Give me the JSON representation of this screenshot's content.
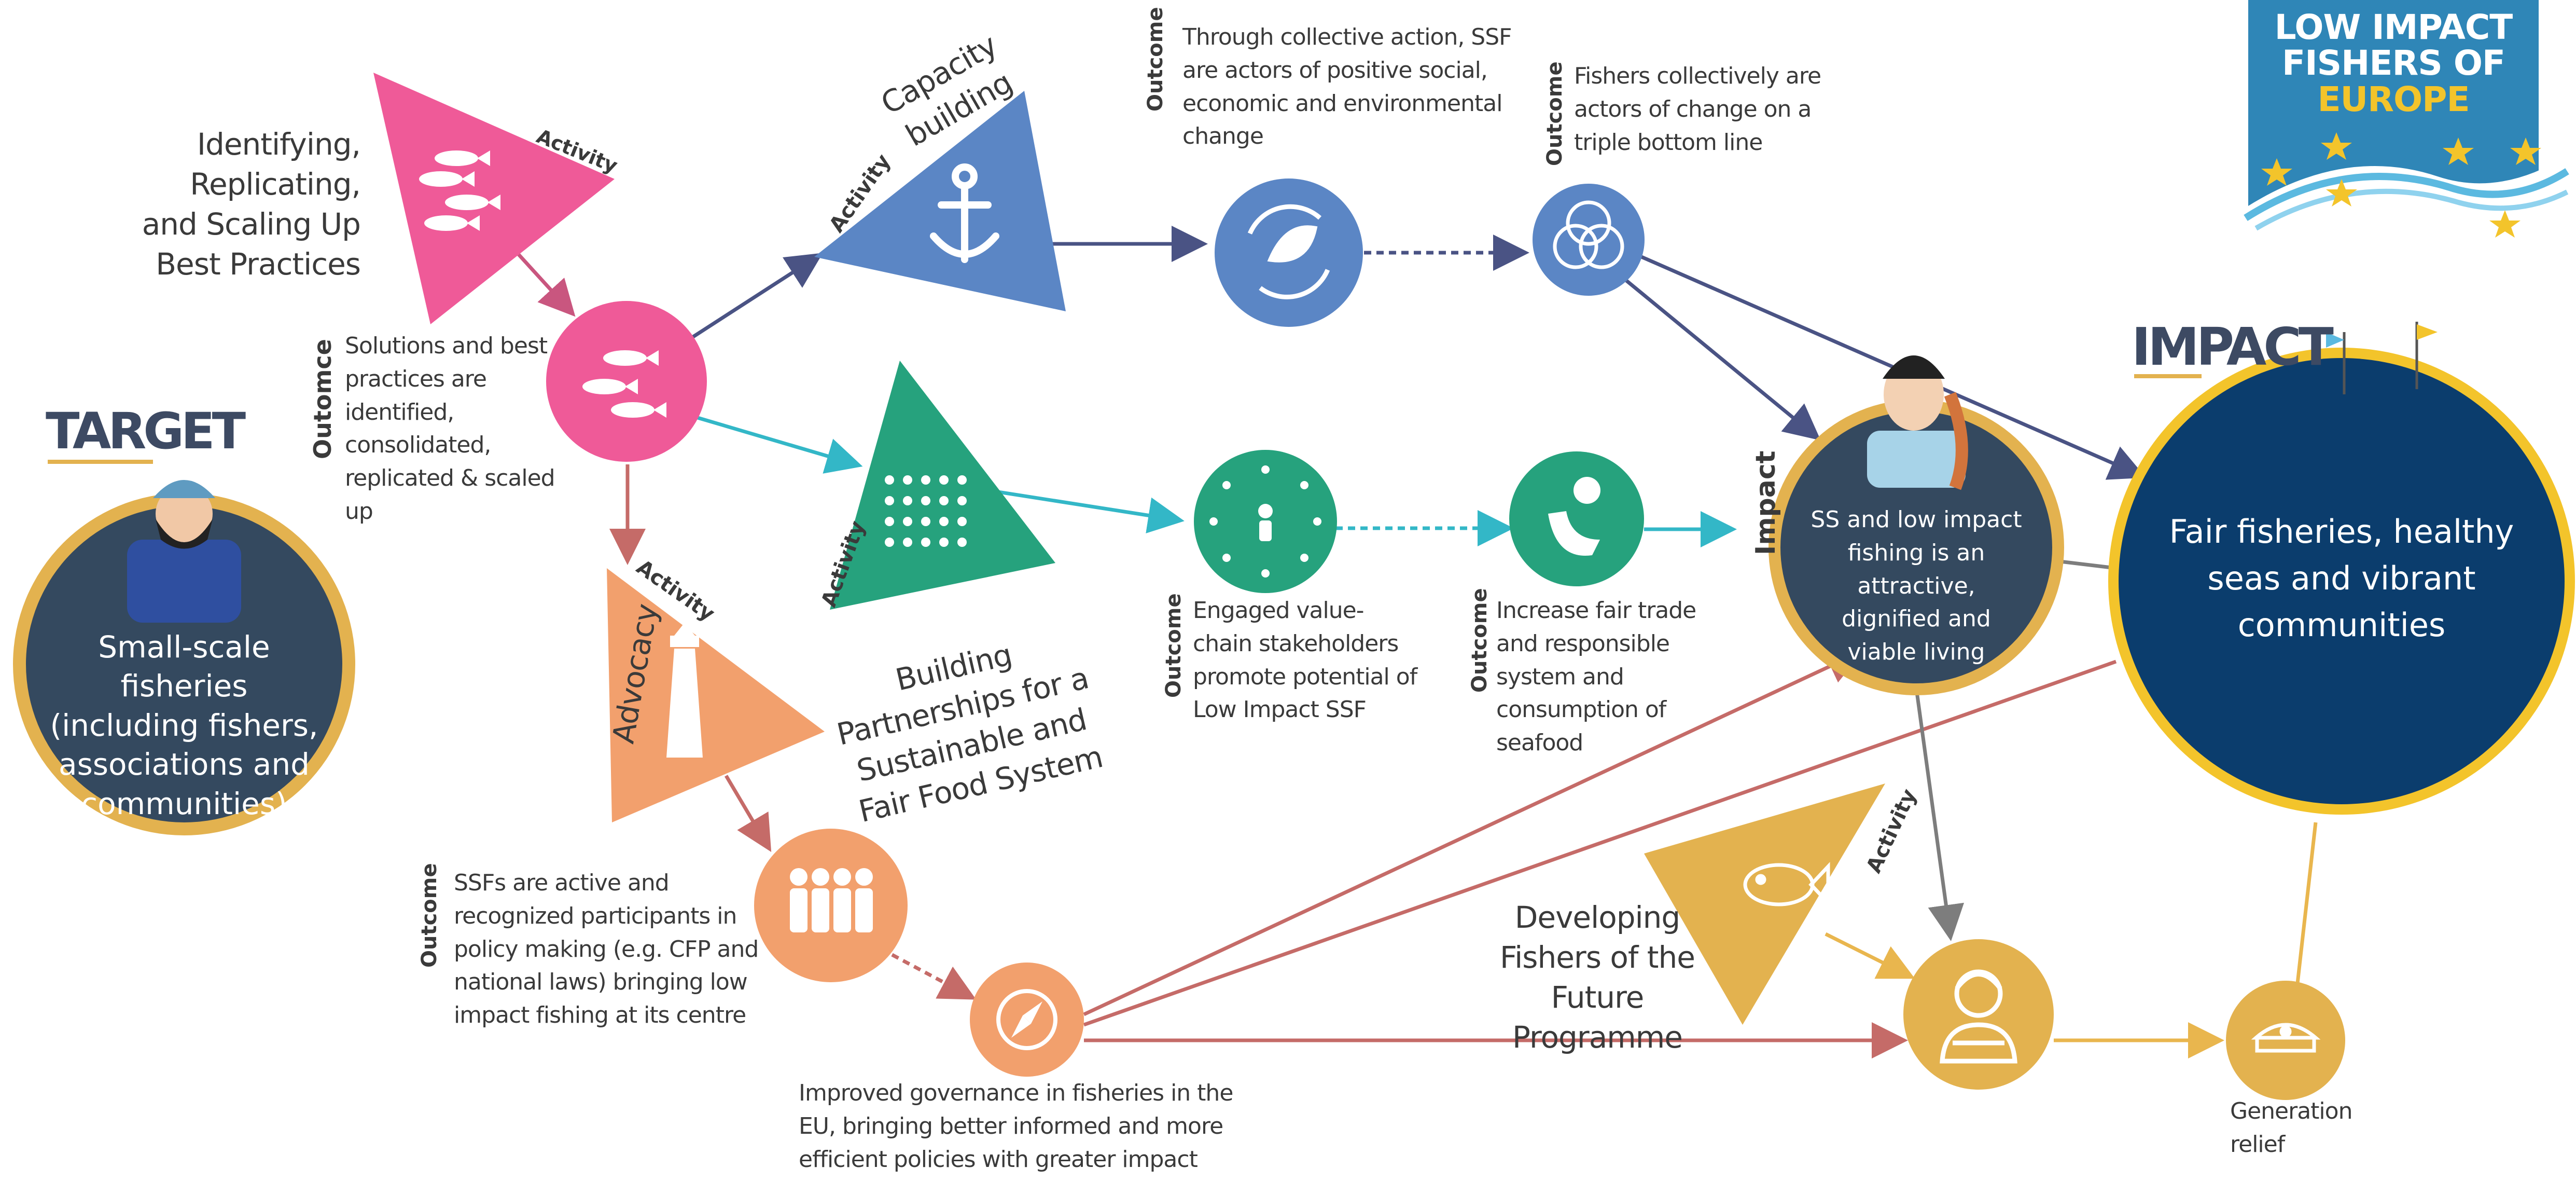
{
  "colors": {
    "pink": "#ef5a98",
    "blue": "#5b86c5",
    "green": "#26a27d",
    "orange": "#f2a06d",
    "yellow": "#e3b24f",
    "navy": "#34495f",
    "darknavy": "#0b3d6d",
    "arrow_navy": "#4a5384",
    "arrow_teal": "#33b7c7",
    "arrow_red": "#c56b68",
    "arrow_gray": "#7d7d7d",
    "arrow_yellow": "#e9b64e"
  },
  "logo": {
    "line1": "LOW IMPACT",
    "line2": "FISHERS OF",
    "line3": "EUROPE"
  },
  "target": {
    "heading": "TARGET",
    "text": "Small-scale fisheries (including fishers, associations and communities)"
  },
  "impact_heading": "IMPACT",
  "impact_final": "Fair fisheries, healthy seas and vibrant communities",
  "impact_person": "SS and low impact fishing is an attractive, dignified and viable living",
  "impact_side_label": "Impact",
  "activities": {
    "label": "Activity",
    "best_practices": "Identifying, Replicating, and Scaling Up Best Practices",
    "capacity": "Capacity building",
    "partnerships": "Building Partnerships for a Sustainable and Fair Food System",
    "advocacy": "Advocacy",
    "fishers_future": "Developing Fishers of the Future Programme"
  },
  "outcomes": {
    "label": "Outcome",
    "label_alt": "Outomce",
    "solutions": "Solutions and best practices are identified, consolidated, replicated & scaled up",
    "collective_action": "Through collective action, SSF are actors of positive social, economic and environmental change",
    "triple_bottom": "Fishers collectively are actors of change on a triple bottom line",
    "value_chain": "Engaged value-chain stakeholders promote potential of Low Impact SSF",
    "fair_trade": "Increase fair trade and responsible system and consumption of seafood",
    "policy": "SSFs are active and recognized participants in policy making (e.g. CFP and national laws) bringing low impact fishing at its centre",
    "governance": "Improved governance in fisheries in the EU, bringing better informed and more efficient policies with greater impact",
    "generation": "Generation relief"
  }
}
